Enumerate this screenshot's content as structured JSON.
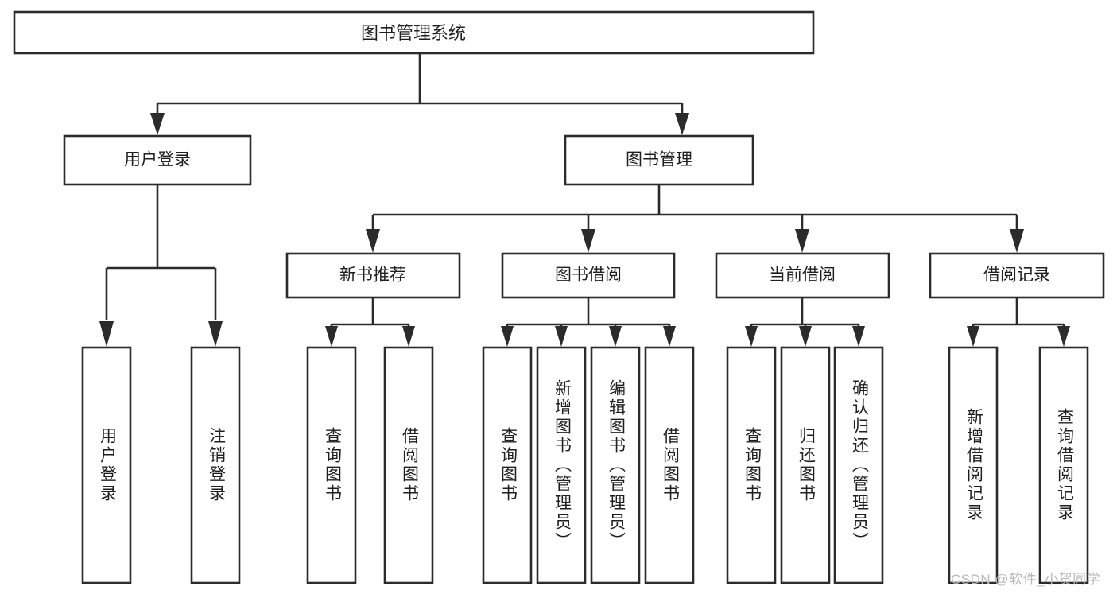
{
  "diagram": {
    "type": "tree",
    "title": "图书管理系统",
    "orientation": "top-down",
    "colors": {
      "box_stroke": "#2b2b2b",
      "box_fill": "#ffffff",
      "connector": "#2b2b2b",
      "text": "#1f1f1f",
      "background": "#ffffff",
      "watermark": "#b9b9b9"
    },
    "root": {
      "label": "图书管理系统"
    },
    "level2": [
      {
        "label": "用户登录"
      },
      {
        "label": "图书管理"
      }
    ],
    "level3": [
      {
        "label": "新书推荐"
      },
      {
        "label": "图书借阅"
      },
      {
        "label": "当前借阅"
      },
      {
        "label": "借阅记录"
      }
    ],
    "leaves": {
      "user_login": [
        {
          "label": "用户登录"
        },
        {
          "label": "注销登录"
        }
      ],
      "new_book_recommend": [
        {
          "label": "查询图书"
        },
        {
          "label": "借阅图书"
        }
      ],
      "book_borrow": [
        {
          "label": "查询图书"
        },
        {
          "label": "新增图书（管理员）"
        },
        {
          "label": "编辑图书（管理员）"
        },
        {
          "label": "借阅图书"
        }
      ],
      "current_borrow": [
        {
          "label": "查询图书"
        },
        {
          "label": "归还图书"
        },
        {
          "label": "确认归还（管理员）"
        }
      ],
      "borrow_record": [
        {
          "label": "新增借阅记录"
        },
        {
          "label": "查询借阅记录"
        }
      ]
    }
  },
  "watermark": {
    "text": "CSDN @软件_小贺同学"
  }
}
